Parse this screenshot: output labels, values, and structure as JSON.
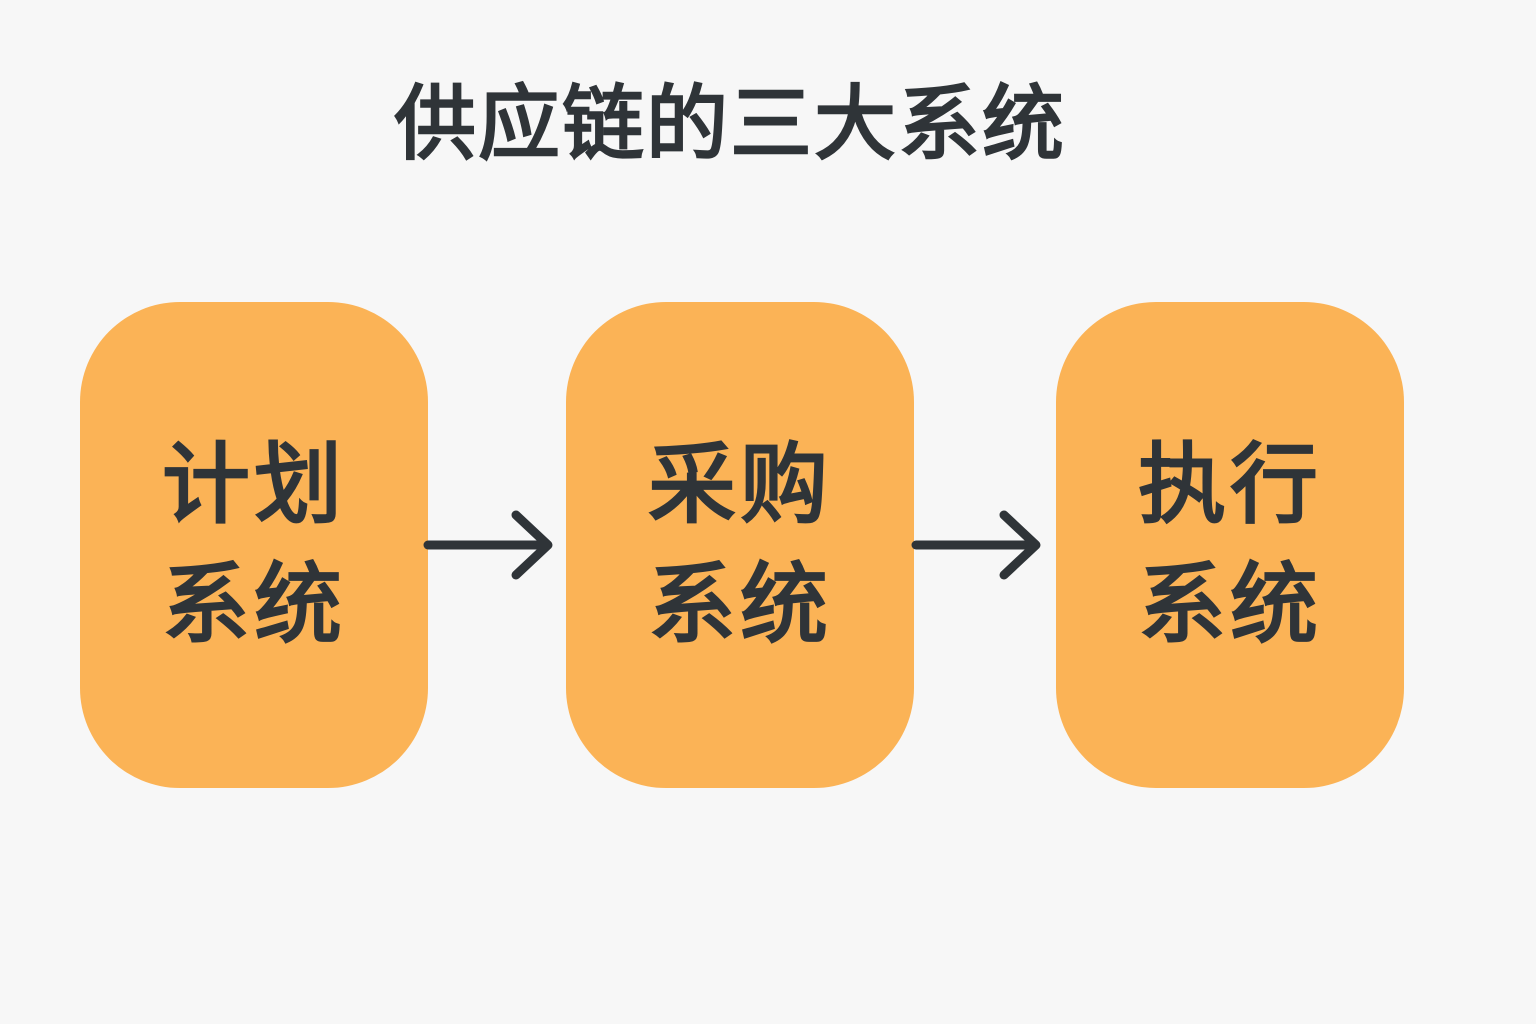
{
  "title": "供应链的三大系统",
  "colors": {
    "background": "#f7f7f7",
    "node_fill": "#fbb356",
    "text": "#2f3438",
    "arrow": "#2f3438"
  },
  "nodes": [
    {
      "line1": "计划",
      "line2": "系统"
    },
    {
      "line1": "采购",
      "line2": "系统"
    },
    {
      "line1": "执行",
      "line2": "系统"
    }
  ],
  "connectors": [
    {
      "from": 0,
      "to": 1,
      "icon": "arrow-right-icon"
    },
    {
      "from": 1,
      "to": 2,
      "icon": "arrow-right-icon"
    }
  ]
}
